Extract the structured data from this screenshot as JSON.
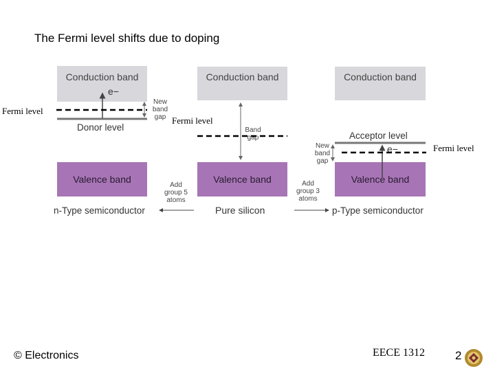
{
  "title": "The Fermi level shifts due to doping",
  "panels": {
    "n_type": {
      "conduction_band": "Conduction band",
      "electron": "e−",
      "donor_level": "Donor level",
      "valence_band": "Valence band",
      "caption": "n-Type semiconductor",
      "fermi_level": "Fermi level",
      "new_band_gap": [
        "New",
        "band",
        "gap"
      ]
    },
    "pure": {
      "conduction_band": "Conduction band",
      "valence_band": "Valence band",
      "caption": "Pure silicon",
      "fermi_level": "Fermi level",
      "band_gap": [
        "Band",
        "gap"
      ]
    },
    "p_type": {
      "conduction_band": "Conduction band",
      "acceptor_level": "Acceptor level",
      "electron": "e−",
      "valence_band": "Valence band",
      "caption": "p-Type semiconductor",
      "fermi_level": "Fermi level",
      "new_band_gap": [
        "New",
        "band",
        "gap"
      ]
    }
  },
  "arrows": {
    "to_n": [
      "Add",
      "group 5",
      "atoms"
    ],
    "to_p": [
      "Add",
      "group 3",
      "atoms"
    ]
  },
  "footer": {
    "copyright": "© Electronics",
    "course": "EECE 1312",
    "page": "2"
  },
  "colors": {
    "conduction": "#d7d7dc",
    "valence": "#a775b5",
    "level_line": "#777777"
  }
}
